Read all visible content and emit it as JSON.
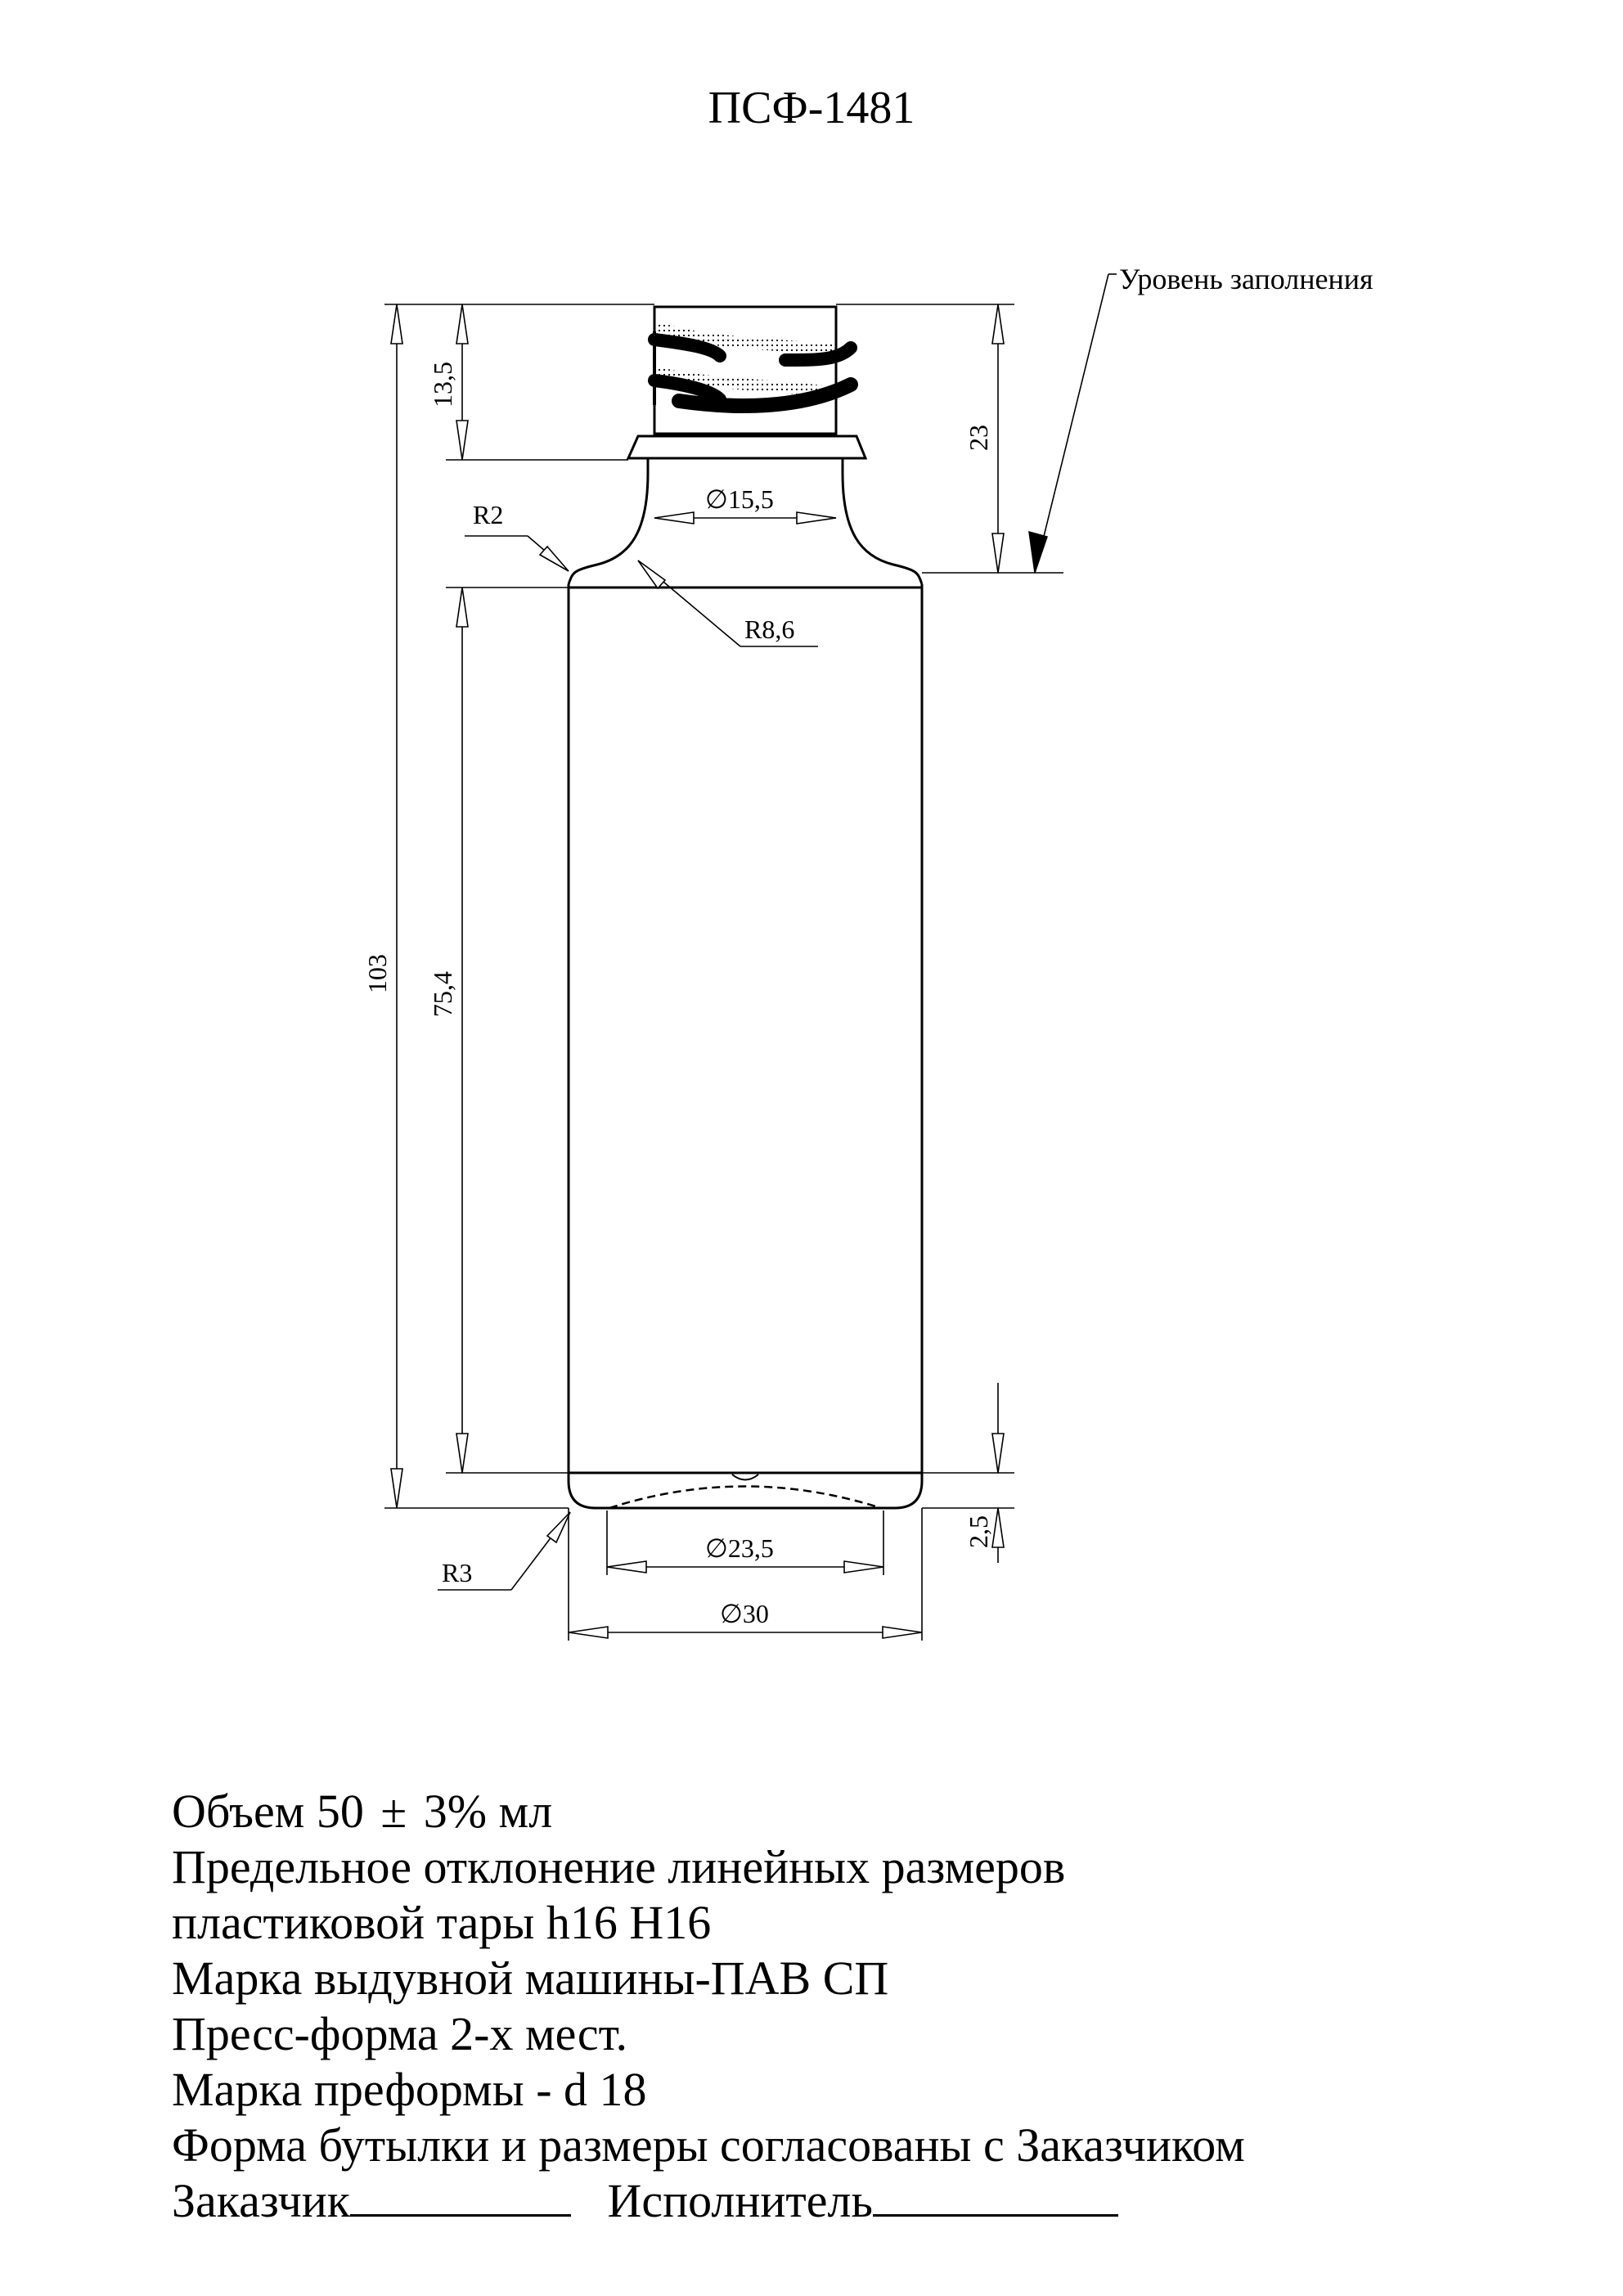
{
  "title": "ПСФ-1481",
  "dimensions": {
    "d_neck": "15,5",
    "d_bottom": "23,5",
    "d_body": "30",
    "h_total": "103",
    "h_body": "75,4",
    "h_thread": "13,5",
    "h_fill": "23",
    "h_base": "2,5",
    "r_shoulder_small": "R2",
    "r_shoulder": "R8,6",
    "r_bottom": "R3",
    "diameter_symbol": "∅"
  },
  "fill_level_label": "Уровень заполнения",
  "notes": {
    "volume_prefix": "Объем 50",
    "volume_pm": "±",
    "volume_suffix": "3% мл",
    "line2": "Предельное отклонение линейных размеров",
    "line3": "пластиковой тары h16 H16",
    "line4": "Марка выдувной машины-ПАВ СП",
    "line5": "Пресс-форма 2-х мест.",
    "line6": "Марка преформы - d 18",
    "line7": "Форма бутылки и размеры согласованы с Заказчиком",
    "customer": "Заказчик",
    "executor": "Исполнитель"
  }
}
